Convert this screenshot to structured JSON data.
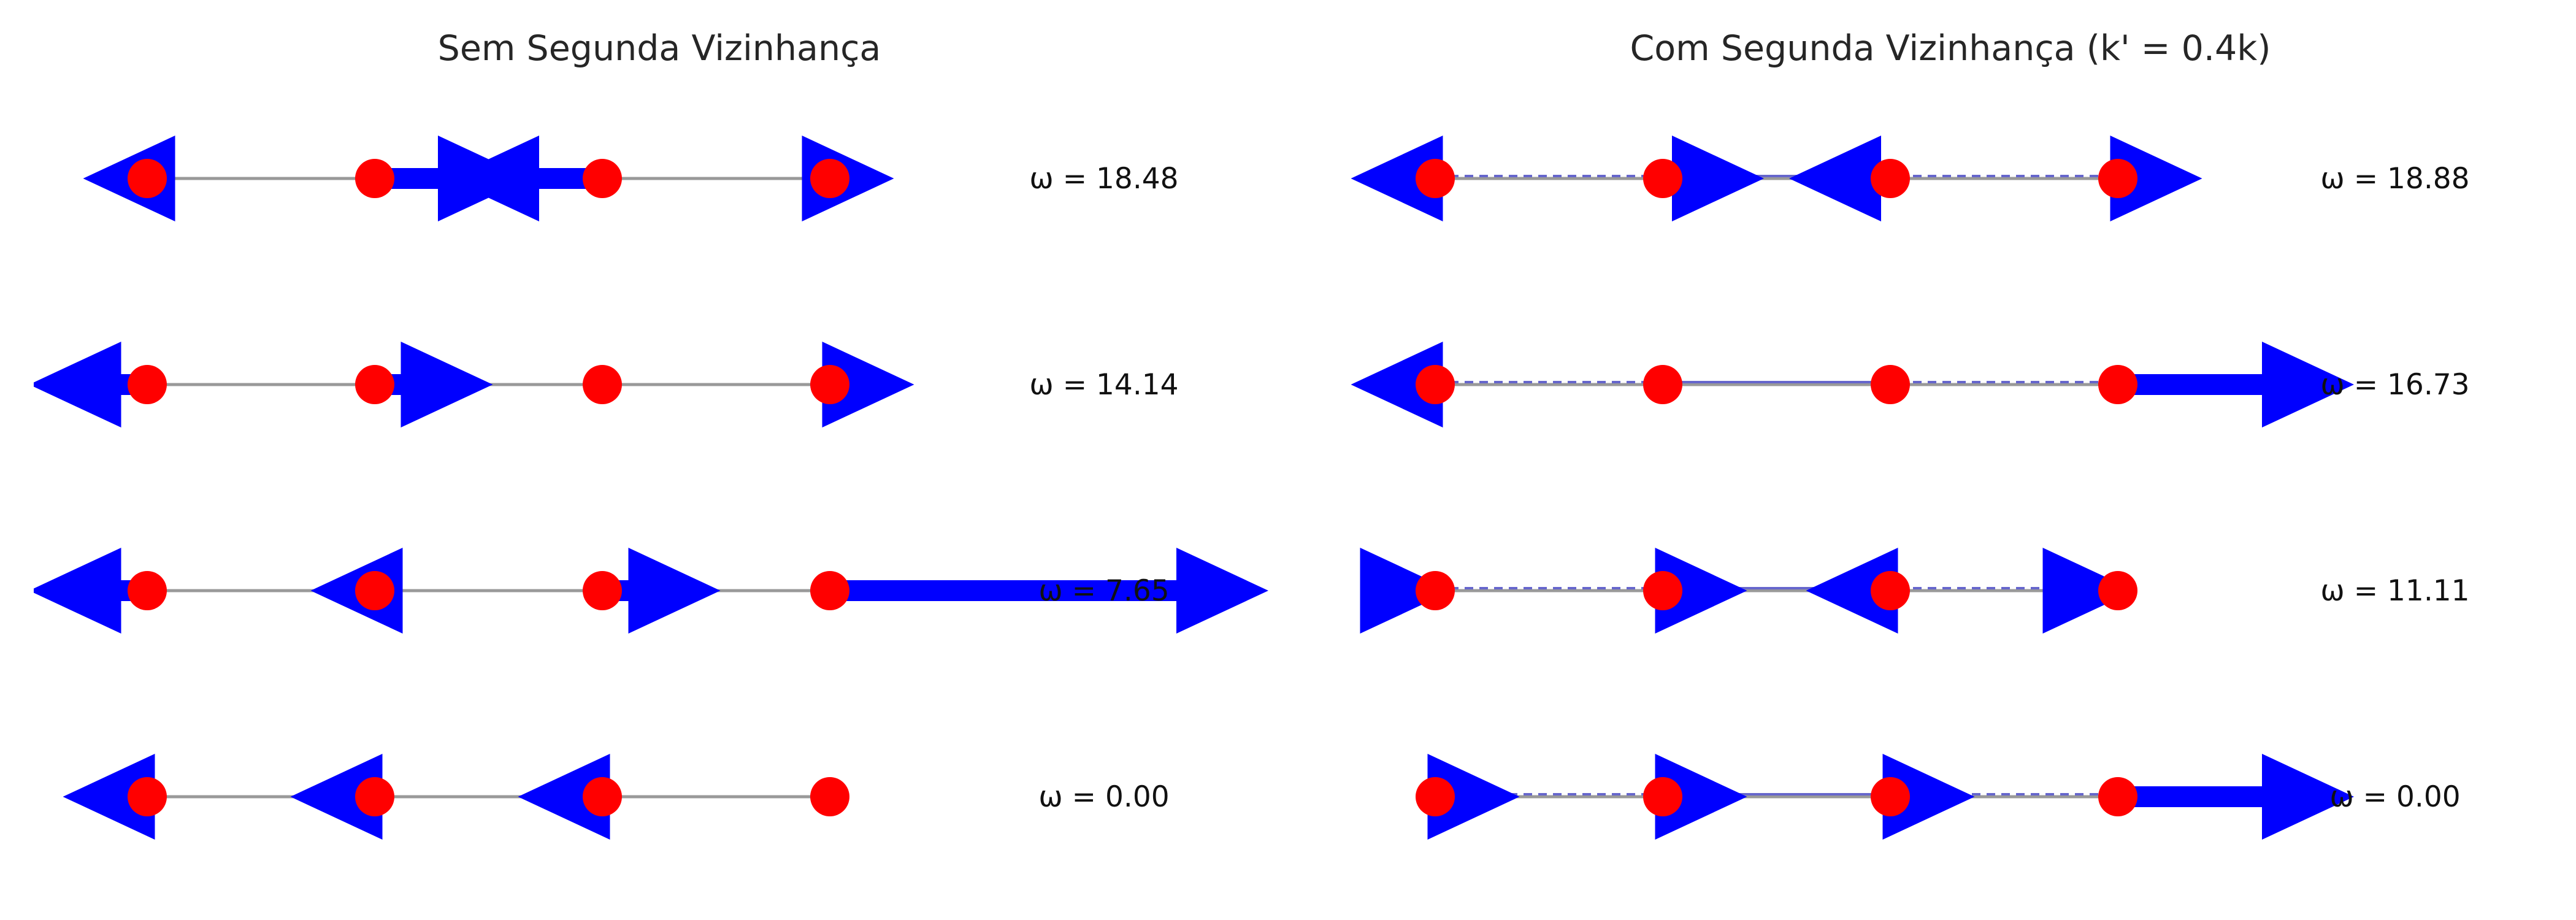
{
  "chart_data": [
    {
      "type": "mode_shapes",
      "title": "Sem Segunda Vizinhança",
      "masses": [
        0,
        1,
        2,
        3
      ],
      "modes": [
        {
          "omega_label": "ω = 18.48",
          "displacements": [
            -0.38,
            0.92,
            -0.92,
            0.38
          ]
        },
        {
          "omega_label": "ω = 14.14",
          "displacements": [
            -0.7,
            0.7,
            0.0,
            0.5
          ]
        },
        {
          "omega_label": "ω = 7.65",
          "displacements": [
            -0.7,
            -0.38,
            0.7,
            2.6
          ]
        },
        {
          "omega_label": "ω = 0.00",
          "displacements": [
            -0.5,
            -0.5,
            -0.5,
            0.0
          ]
        }
      ],
      "second_neighbor_springs": false
    },
    {
      "type": "mode_shapes",
      "title": "Com Segunda Vizinhança (k' = 0.4k)",
      "masses": [
        0,
        1,
        2,
        3
      ],
      "modes": [
        {
          "omega_label": "ω = 18.88",
          "displacements": [
            -0.5,
            0.6,
            -0.6,
            0.5
          ]
        },
        {
          "omega_label": "ω = 16.73",
          "displacements": [
            -0.5,
            0.0,
            0.0,
            1.4
          ]
        },
        {
          "omega_label": "ω = 11.11",
          "displacements": [
            0.1,
            0.5,
            -0.5,
            0.1
          ]
        },
        {
          "omega_label": "ω = 0.00",
          "displacements": [
            0.5,
            0.5,
            0.5,
            1.4
          ]
        }
      ],
      "second_neighbor_springs": true
    }
  ],
  "colors": {
    "arrow": "#0000ff",
    "mass": "#ff0000",
    "spring": "#999999",
    "second_neighbor": "#6666cc"
  }
}
